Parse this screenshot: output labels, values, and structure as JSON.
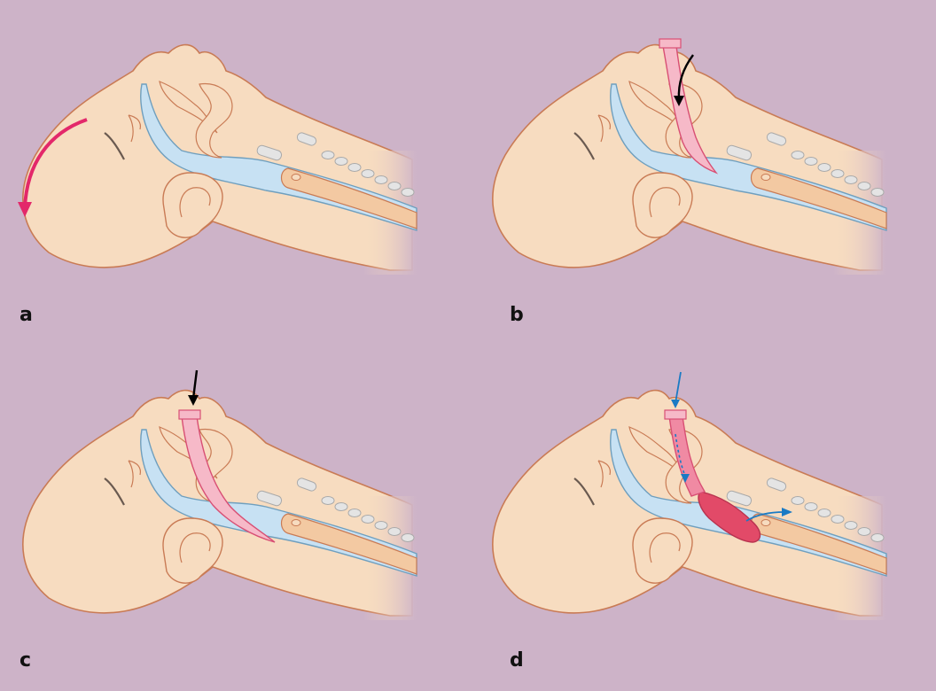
{
  "panels": [
    {
      "label": "a"
    },
    {
      "label": "b"
    },
    {
      "label": "c"
    },
    {
      "label": "d"
    }
  ],
  "colors": {
    "background": "#cdb3c8",
    "skin": "#f7dcc0",
    "outline": "#c97b55",
    "airway": "#c7e1f3",
    "airway_outline": "#6f9fbe",
    "vertebra": "#e4e4e4",
    "tube": "#f6b9c8",
    "tube_outline": "#d84f74",
    "cuff_inflated": "#e24a68",
    "rotation_arrow": "#e3286a",
    "push_arrow": "#000000",
    "flow_arrow": "#1a7ac4"
  }
}
